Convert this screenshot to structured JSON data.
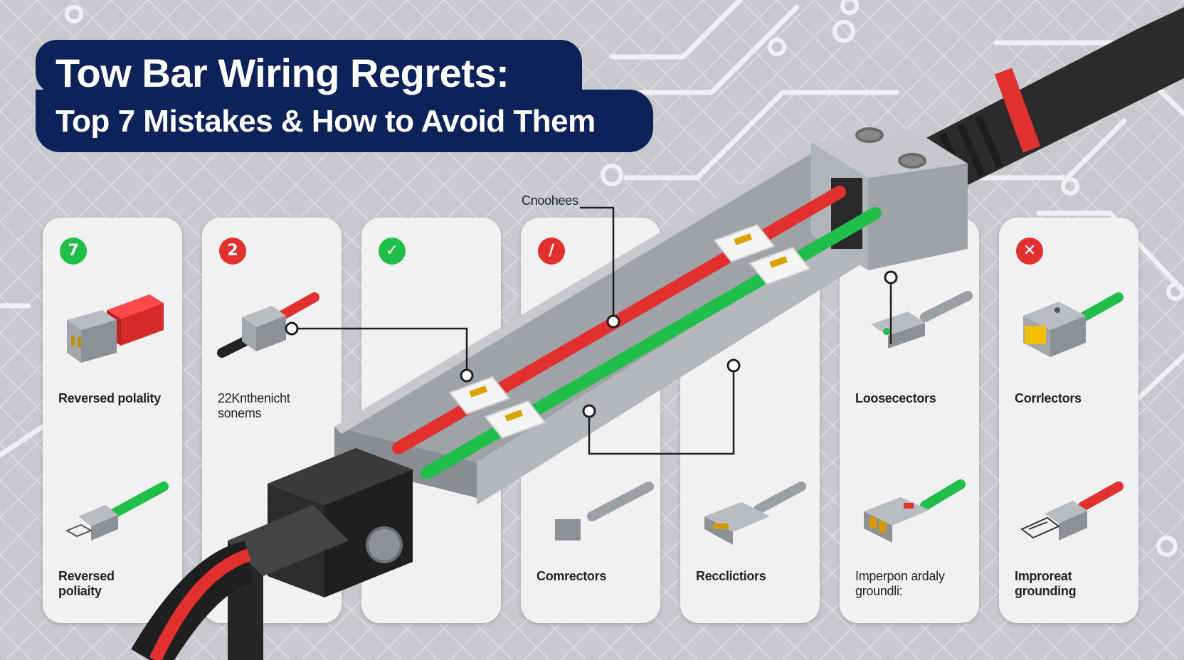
{
  "title": "Tow Bar Wiring Regrets:",
  "subtitle": "Top 7 Mistakes & How to Avoid Them",
  "callout_label": "Cnoohees",
  "colors": {
    "navy": "#0d2259",
    "red": "#e2302f",
    "green": "#1fbf49",
    "board": "#c9cbcf",
    "card": "#f2f2f4"
  },
  "cards": [
    {
      "badge": "7",
      "badge_color": "#1fbf49",
      "top_label": "Reversed polality",
      "bottom_label_1": "Reversed",
      "bottom_label_2": "poliaity"
    },
    {
      "badge": "2",
      "badge_color": "#e2302f",
      "top_label_1": "22Knthenicht",
      "top_label_2": "sonems",
      "bottom_label_1": "",
      "bottom_label_2": ""
    },
    {
      "badge": "✓",
      "badge_color": "#1fbf49",
      "top_label": "",
      "bottom_label_1": "",
      "bottom_label_2": ""
    },
    {
      "badge": "/",
      "badge_color": "#e2302f",
      "top_label": "",
      "bottom_label_1": "Comrectors",
      "bottom_label_2": ""
    },
    {
      "badge": "",
      "badge_color": "",
      "top_label": "",
      "bottom_label_1": "Recclictiors",
      "bottom_label_2": ""
    },
    {
      "badge": "",
      "badge_color": "",
      "top_label": "Loosecectors",
      "bottom_label_1": "Imperpon ardaly",
      "bottom_label_2": "groundli:"
    },
    {
      "badge": "✕",
      "badge_color": "#e2302f",
      "top_label": "Corrlectors",
      "bottom_label_1": "Improreat",
      "bottom_label_2": "grounding"
    }
  ]
}
